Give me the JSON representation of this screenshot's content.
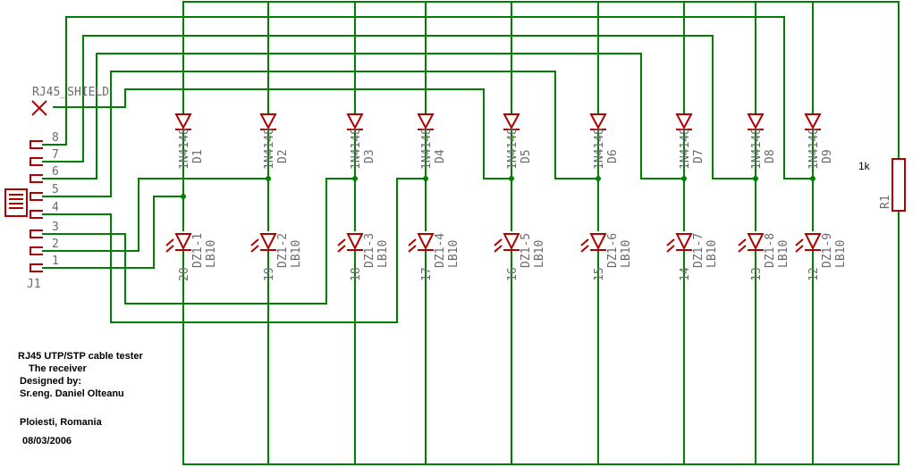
{
  "shield_label": "RJ45_SHIELD",
  "connector": {
    "name": "J1",
    "pins": [
      "8",
      "7",
      "6",
      "5",
      "4",
      "3",
      "2",
      "1"
    ]
  },
  "diodes": [
    {
      "name": "D1",
      "type": "1N4148",
      "led": "DZ1-1",
      "led_type": "LB10",
      "pin": "20"
    },
    {
      "name": "D2",
      "type": "1N4148",
      "led": "DZ1-2",
      "led_type": "LB10",
      "pin": "19"
    },
    {
      "name": "D3",
      "type": "1N4148",
      "led": "DZ1-3",
      "led_type": "LB10",
      "pin": "18"
    },
    {
      "name": "D4",
      "type": "1N4148",
      "led": "DZ1-4",
      "led_type": "LB10",
      "pin": "17"
    },
    {
      "name": "D5",
      "type": "1N4148",
      "led": "DZ1-5",
      "led_type": "LB10",
      "pin": "16"
    },
    {
      "name": "D6",
      "type": "1N4148",
      "led": "DZ1-6",
      "led_type": "LB10",
      "pin": "15"
    },
    {
      "name": "D7",
      "type": "1N4148",
      "led": "DZ1-7",
      "led_type": "LB10",
      "pin": "14"
    },
    {
      "name": "D8",
      "type": "1N4148",
      "led": "DZ1-8",
      "led_type": "LB10",
      "pin": "13"
    },
    {
      "name": "D9",
      "type": "1N4148",
      "led": "DZ1-9",
      "led_type": "LB10",
      "pin": "12"
    }
  ],
  "resistor": {
    "name": "R1",
    "value": "1k"
  },
  "notes": [
    "RJ45 UTP/STP cable tester",
    "The receiver",
    "Designed by:",
    "Sr.eng. Daniel Olteanu",
    "Ploiesti, Romania",
    "08/03/2006"
  ],
  "colors": {
    "wire": "#008000",
    "part": "#b00000",
    "label": "#6a6a6a"
  }
}
